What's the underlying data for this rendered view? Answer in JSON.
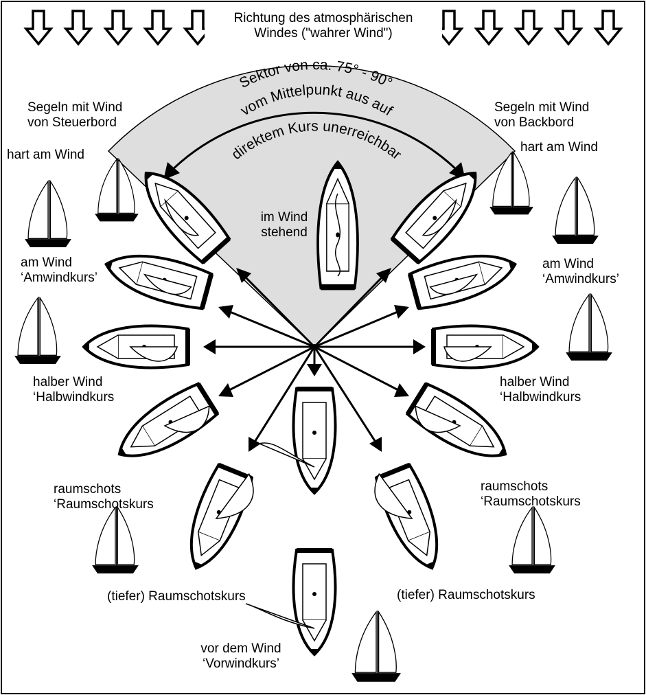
{
  "top_label": {
    "line1": "Richtung des atmosphärischen",
    "line2": "Windes (\"wahrer Wind\")"
  },
  "sector": {
    "line1": "Sektor von ca. 75° - 90°",
    "line2": "vom Mittelpunkt aus auf",
    "line3": "direktem Kurs unerreichbar"
  },
  "labels": {
    "stb_header_1": "Segeln mit Wind",
    "stb_header_2": "von Steuerbord",
    "bb_header_1": "Segeln mit Wind",
    "bb_header_2": "von Backbord",
    "hart_left": "hart am Wind",
    "hart_right": "hart am Wind",
    "amwind_left_1": "am Wind",
    "amwind_left_2": "‘Amwindkurs’",
    "amwind_right_1": "am Wind",
    "amwind_right_2": "‘Amwindkurs’",
    "halber_left_1": "halber Wind",
    "halber_left_2": "‘Halbwindkurs",
    "halber_right_1": "halber Wind",
    "halber_right_2": "‘Halbwindkurs",
    "raum_left_1": "raumschots",
    "raum_left_2": "‘Raumschotskurs",
    "raum_right_1": "raumschots",
    "raum_right_2": "‘Raumschotskurs",
    "tiefer_left": "(tiefer) Raumschotskurs",
    "tiefer_right": "(tiefer) Raumschotskurs",
    "im_wind_1": "im Wind",
    "im_wind_2": "stehend",
    "vorwind_1": "vor dem Wind",
    "vorwind_2": "‘Vorwindkurs’"
  },
  "colors": {
    "sector_fill": "#dedede",
    "ink": "#000000",
    "paper": "#ffffff"
  }
}
